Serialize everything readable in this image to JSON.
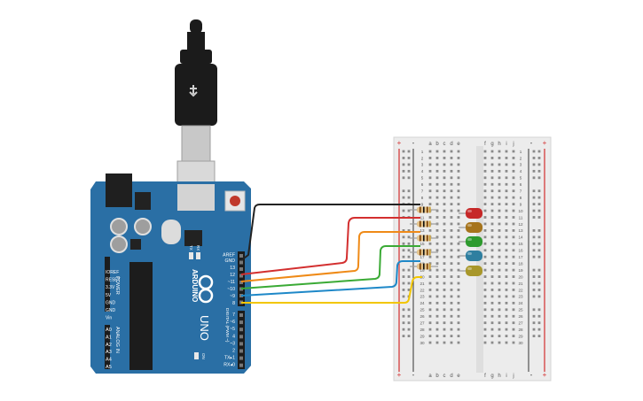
{
  "arduino": {
    "brand": "ARDUINO",
    "model": "UNO",
    "on_label": "ON",
    "tx_label": "TX",
    "rx_label": "RX",
    "power_header_label": "POWER",
    "analog_header_label": "ANALOG IN",
    "digital_header_label": "DIGITAL (PWM ~)",
    "power_pins": [
      "IOREF",
      "RESET",
      "3.3V",
      "5V",
      "GND",
      "GND",
      "Vin"
    ],
    "analog_pins": [
      "A0",
      "A1",
      "A2",
      "A3",
      "A4",
      "A5"
    ],
    "top_pins": [
      "AREF",
      "GND",
      "13",
      "12",
      "~11",
      "~10",
      "~9",
      "8"
    ],
    "bottom_pins": [
      "7",
      "~6",
      "~5",
      "4",
      "~3",
      "2",
      "TX▸1",
      "RX◂0"
    ],
    "board_color": "#2a6fa5"
  },
  "breadboard": {
    "columns_left": [
      "a",
      "b",
      "c",
      "d",
      "e"
    ],
    "columns_right": [
      "f",
      "g",
      "h",
      "i",
      "j"
    ],
    "rows": [
      "1",
      "2",
      "3",
      "4",
      "5",
      "6",
      "7",
      "8",
      "9",
      "10",
      "11",
      "12",
      "13",
      "14",
      "15",
      "16",
      "17",
      "18",
      "19",
      "20",
      "21",
      "22",
      "23",
      "24",
      "25",
      "26",
      "27",
      "28",
      "29",
      "30"
    ],
    "plus_label": "+",
    "minus_label": "-"
  },
  "leds": [
    {
      "color": "red",
      "hex": "#c62828"
    },
    {
      "color": "amber",
      "hex": "#a6741c"
    },
    {
      "color": "green",
      "hex": "#2e9a2e"
    },
    {
      "color": "blue",
      "hex": "#2f7fa0"
    },
    {
      "color": "yellow",
      "hex": "#a8972a"
    }
  ],
  "wires": [
    {
      "name": "gnd-wire",
      "color": "#222222",
      "pin": "GND"
    },
    {
      "name": "pin12-wire",
      "color": "#d32f2f",
      "pin": "12"
    },
    {
      "name": "pin11-wire",
      "color": "#ef8a17",
      "pin": "~11"
    },
    {
      "name": "pin10-wire",
      "color": "#3aaa35",
      "pin": "~10"
    },
    {
      "name": "pin9-wire",
      "color": "#1e88c8",
      "pin": "~9"
    },
    {
      "name": "pin8-wire",
      "color": "#f2c600",
      "pin": "8"
    }
  ]
}
